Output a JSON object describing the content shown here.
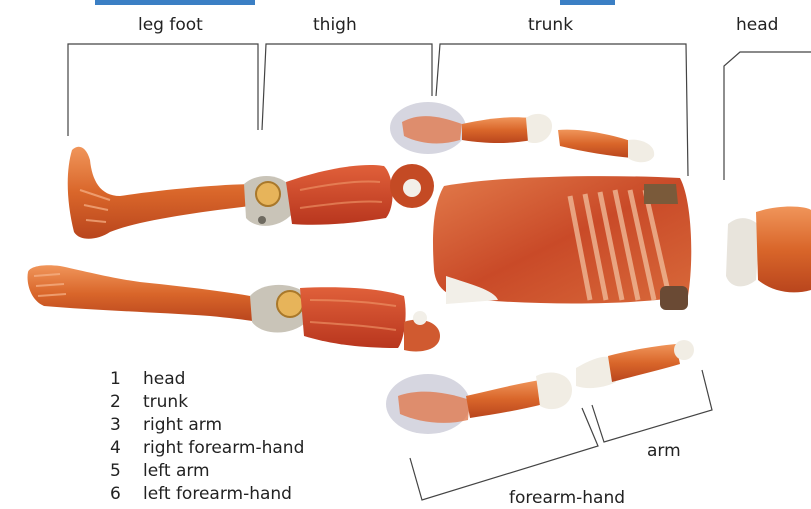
{
  "labels": {
    "leg_foot": "leg  foot",
    "thigh": "thigh",
    "trunk": "trunk",
    "head": "head",
    "arm": "arm",
    "forearm_hand": "forearm-hand"
  },
  "legend": [
    {
      "num": "1",
      "text": "head"
    },
    {
      "num": "2",
      "text": "trunk"
    },
    {
      "num": "3",
      "text": "right arm"
    },
    {
      "num": "4",
      "text": "right forearm-hand"
    },
    {
      "num": "5",
      "text": "left arm"
    },
    {
      "num": "6",
      "text": "left forearm-hand"
    }
  ],
  "colors": {
    "accent": "#3b7fc4",
    "bracket": "#444444",
    "skin": "#d9662a",
    "skin_dark": "#b9451d",
    "skin_light": "#f2a070",
    "joint": "#c9c4b8",
    "glove": "#c8c8d6"
  }
}
